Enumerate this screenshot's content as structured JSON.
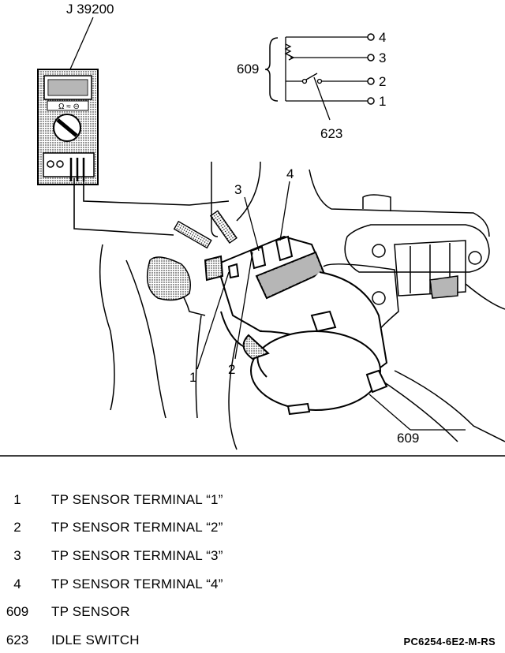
{
  "diagram": {
    "tool_label": "J 39200",
    "callouts": {
      "t1": "1",
      "t2": "2",
      "t3": "3",
      "t4": "4",
      "sensor": "609"
    },
    "schematic": {
      "sensor_ref": "609",
      "switch_ref": "623",
      "pins": [
        "4",
        "3",
        "2",
        "1"
      ]
    }
  },
  "legend": [
    {
      "num": "1",
      "desc": "TP SENSOR TERMINAL “1”"
    },
    {
      "num": "2",
      "desc": "TP SENSOR TERMINAL “2”"
    },
    {
      "num": "3",
      "desc": "TP SENSOR TERMINAL “3”"
    },
    {
      "num": "4",
      "desc": "TP SENSOR TERMINAL “4”"
    },
    {
      "num": "609",
      "desc": "TP SENSOR"
    },
    {
      "num": "623",
      "desc": "IDLE SWITCH"
    }
  ],
  "figure_code": "PC6254-6E2-M-RS"
}
